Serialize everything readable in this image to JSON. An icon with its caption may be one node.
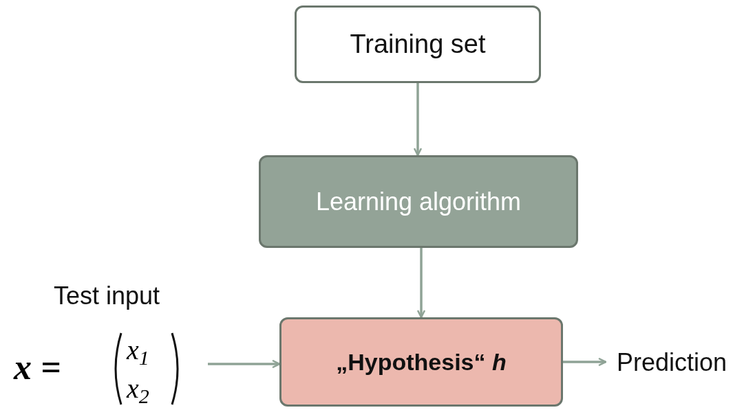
{
  "diagram": {
    "nodes": [
      {
        "text": [
          "Training set"
        ]
      },
      {
        "text": [
          "Learning algorithm"
        ]
      },
      {
        "text": [
          "„Hypothesis“ *h*"
        ]
      },
      {
        "text": [
          "Test input",
          "x =",
          "x$_{1}$",
          "x$_{2}$"
        ]
      },
      {
        "text": [
          "Prediction"
        ]
      }
    ],
    "edges": [
      {
        "from": 0,
        "to": 1,
        "arrow": "to"
      },
      {
        "from": 1,
        "to": 2,
        "arrow": "to"
      },
      {
        "from": 3,
        "to": 2,
        "arrow": "to"
      },
      {
        "from": 2,
        "to": 4,
        "arrow": "to"
      }
    ]
  }
}
